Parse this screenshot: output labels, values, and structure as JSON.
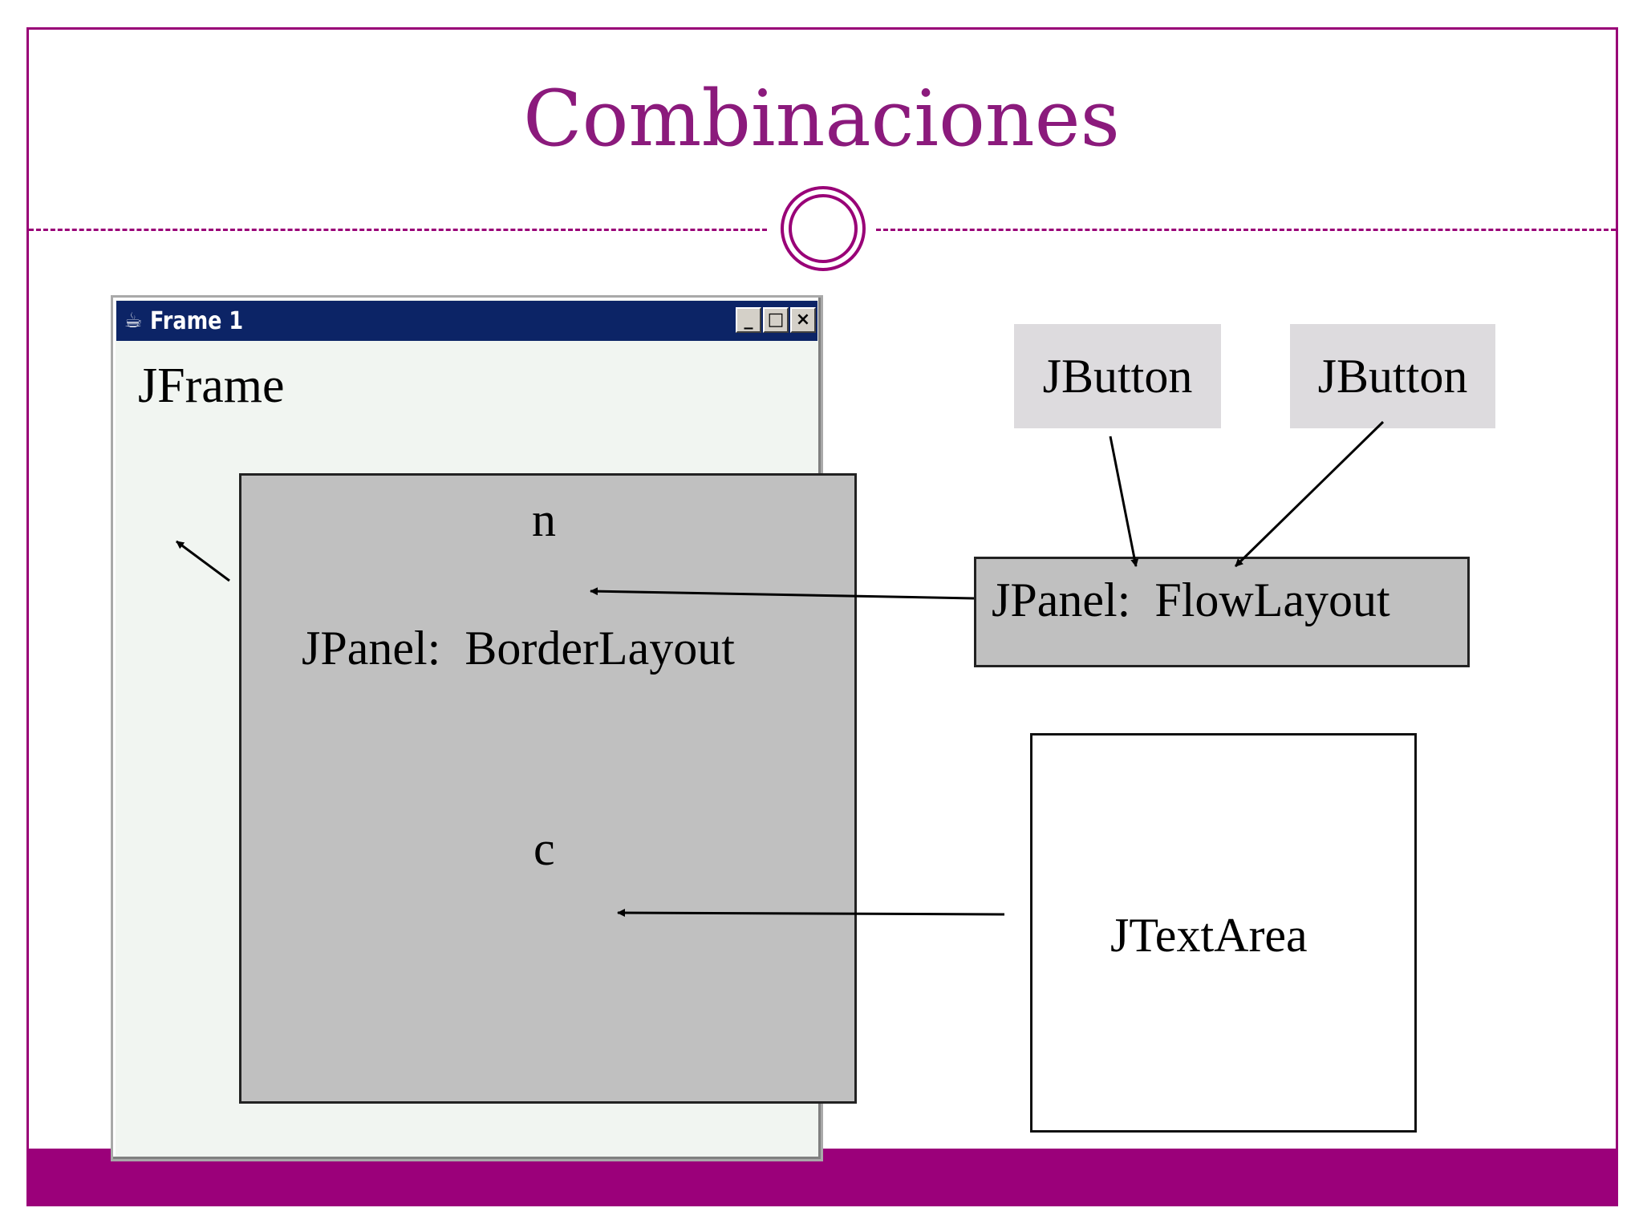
{
  "slide": {
    "title": "Combinaciones",
    "accent_color": "#990077"
  },
  "frame": {
    "window_title": "Frame 1",
    "label": "JFrame",
    "titlebar_color": "#0c2466",
    "controls": {
      "minimize": "_",
      "maximize": "□",
      "close": "×"
    }
  },
  "border_panel": {
    "label": "JPanel:  BorderLayout",
    "north_label": "n",
    "center_label": "c"
  },
  "buttons": [
    {
      "label": "JButton"
    },
    {
      "label": "JButton"
    }
  ],
  "flow_panel": {
    "label": "JPanel:  FlowLayout"
  },
  "text_area": {
    "label": "JTextArea"
  }
}
